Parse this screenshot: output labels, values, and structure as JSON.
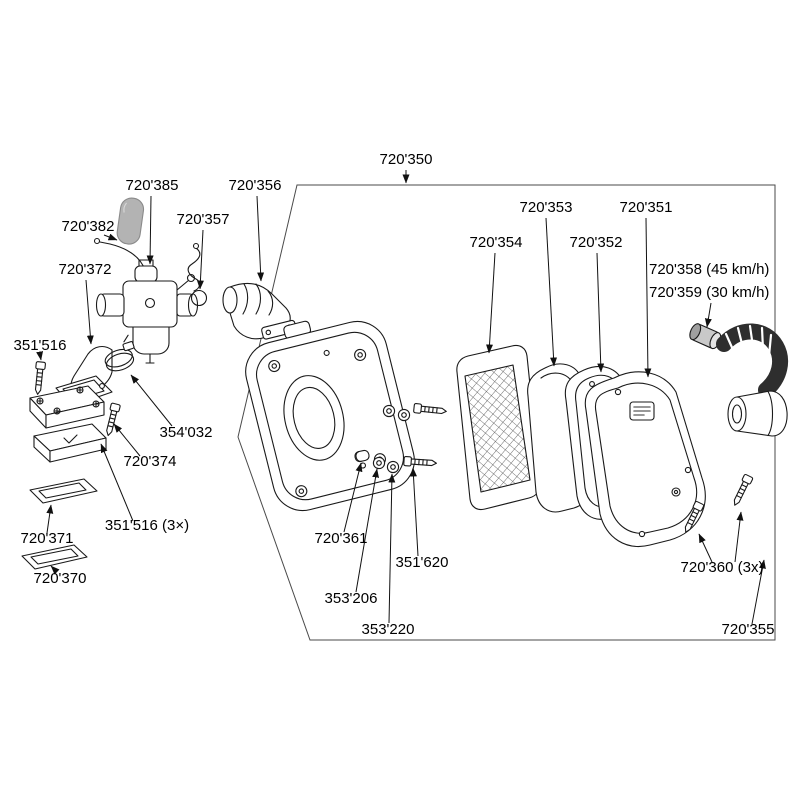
{
  "diagram": {
    "type": "exploded-parts-diagram",
    "background": "#ffffff",
    "ink_color": "#1a1a1a",
    "cap_color": "#b3b3b3",
    "hose_color": "#2e2e2e"
  },
  "labels": [
    {
      "part": "720350",
      "text": "720'350"
    },
    {
      "part": "720385",
      "text": "720'385"
    },
    {
      "part": "720356",
      "text": "720'356"
    },
    {
      "part": "720382",
      "text": "720'382"
    },
    {
      "part": "720357",
      "text": "720'357"
    },
    {
      "part": "720372",
      "text": "720'372"
    },
    {
      "part": "351516",
      "text": "351'516"
    },
    {
      "part": "354032",
      "text": "354'032"
    },
    {
      "part": "720374",
      "text": "720'374"
    },
    {
      "part": "351516_3x",
      "text": "351'516 (3×)"
    },
    {
      "part": "720371",
      "text": "720'371"
    },
    {
      "part": "720370",
      "text": "720'370"
    },
    {
      "part": "720353",
      "text": "720'353"
    },
    {
      "part": "720351",
      "text": "720'351"
    },
    {
      "part": "720354",
      "text": "720'354"
    },
    {
      "part": "720352",
      "text": "720'352"
    },
    {
      "part": "720358",
      "text": "720'358 (45 km/h)"
    },
    {
      "part": "720359",
      "text": "720'359 (30 km/h)"
    },
    {
      "part": "720361",
      "text": "720'361"
    },
    {
      "part": "353206",
      "text": "353'206"
    },
    {
      "part": "353220",
      "text": "353'220"
    },
    {
      "part": "351620",
      "text": "351'620"
    },
    {
      "part": "720360_3x",
      "text": "720'360 (3x)"
    },
    {
      "part": "720355",
      "text": "720'355"
    }
  ]
}
